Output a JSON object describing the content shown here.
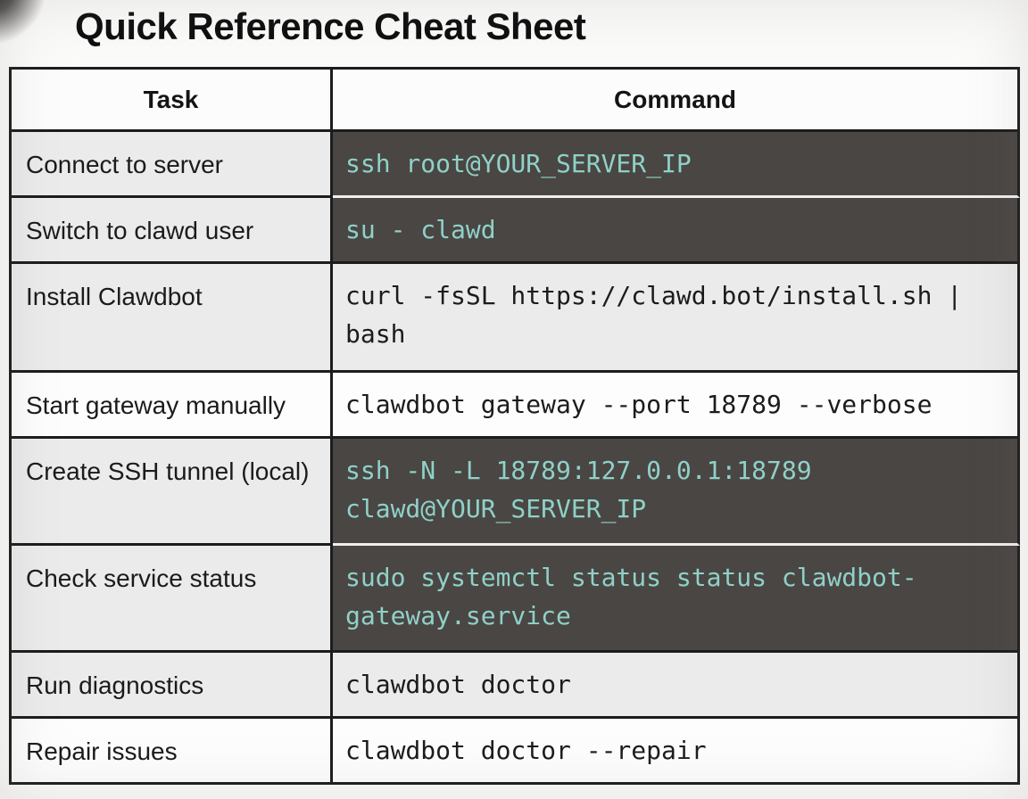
{
  "page": {
    "title": "Quick Reference Cheat Sheet"
  },
  "table": {
    "headers": [
      "Task",
      "Command"
    ],
    "rows": [
      {
        "task": "Connect to server",
        "command": "ssh root@YOUR_SERVER_IP",
        "command_theme": "dark"
      },
      {
        "task": "Switch to clawd user",
        "command": "su - clawd",
        "command_theme": "dark"
      },
      {
        "task": "Install Clawdbot",
        "command": "curl -fsSL https://clawd.bot/install.sh | bash",
        "command_theme": "light-gray"
      },
      {
        "task": "Start gateway manually",
        "command": "clawdbot gateway --port 18789 --verbose",
        "command_theme": "white"
      },
      {
        "task": "Create SSH tunnel (local)",
        "command": "ssh -N -L 18789:127.0.0.1:18789 clawd@YOUR_SERVER_IP",
        "command_theme": "dark"
      },
      {
        "task": "Check service status",
        "command": "sudo systemctl status status clawdbot-gateway.service",
        "command_theme": "dark"
      },
      {
        "task": "Run diagnostics",
        "command": "clawdbot doctor",
        "command_theme": "light-gray"
      },
      {
        "task": "Repair issues",
        "command": "clawdbot doctor --repair",
        "command_theme": "white"
      }
    ]
  },
  "colors": {
    "code_dark_bg": "#4a4643",
    "code_teal_text": "#8fd1c9",
    "cell_light_gray": "#ebebeb",
    "cell_white": "#fdfdfd",
    "table_border": "#1c1c1c",
    "page_bg": "#fbfbfa"
  }
}
